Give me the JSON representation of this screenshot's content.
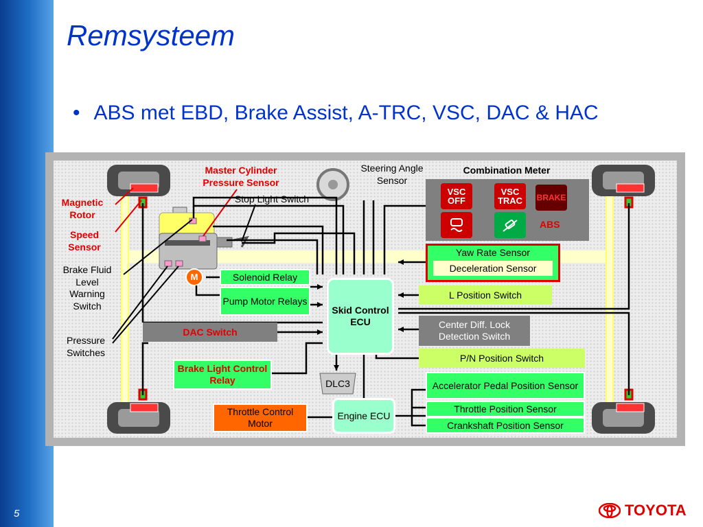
{
  "slide": {
    "title": "Remsysteem",
    "bullet": "ABS met EBD, Brake Assist, A-TRC, VSC, DAC & HAC",
    "page_number": "5",
    "logo_text": "TOYOTA"
  },
  "labels": {
    "master_cylinder_sensor": "Master Cylinder Pressure Sensor",
    "magnetic_rotor": "Magnetic Rotor",
    "speed_sensor": "Speed Sensor",
    "brake_fluid_switch": "Brake Fluid Level Warning Switch",
    "pressure_switches": "Pressure Switches",
    "stop_light_switch": "Stop Light Switch",
    "steering_angle_sensor": "Steering Angle Sensor",
    "combination_meter": "Combination Meter",
    "pump_motor_symbol": "M"
  },
  "boxes": {
    "solenoid_relay": "Solenoid Relay",
    "pump_motor_relays": "Pump Motor Relays",
    "dac_switch": "DAC Switch",
    "brake_light_relay": "Brake Light Control Relay",
    "dlc3": "DLC3",
    "throttle_control_motor": "Throttle Control Motor",
    "skid_control_ecu": "Skid Control ECU",
    "engine_ecu": "Engine ECU",
    "yaw_rate_sensor": "Yaw Rate Sensor",
    "deceleration_sensor": "Deceleration Sensor",
    "l_position_switch": "L Position Switch",
    "center_diff_lock": "Center Diff. Lock Detection Switch",
    "pn_position_switch": "P/N Position Switch",
    "accelerator_pedal_sensor": "Accelerator Pedal Position Sensor",
    "throttle_position_sensor": "Throttle Position Sensor",
    "crankshaft_position_sensor": "Crankshaft Position Sensor"
  },
  "meter_lights": {
    "vsc_off": "VSC OFF",
    "vsc_trac": "VSC TRAC",
    "brake": "BRAKE",
    "abs": "ABS"
  },
  "colors": {
    "title_blue": "#0033cc",
    "red_label": "#e00000",
    "ecu_fill": "#99ffcc",
    "sensor_green": "#33ff66",
    "switch_lime": "#ccff66",
    "yellow_line": "#ffff99"
  }
}
